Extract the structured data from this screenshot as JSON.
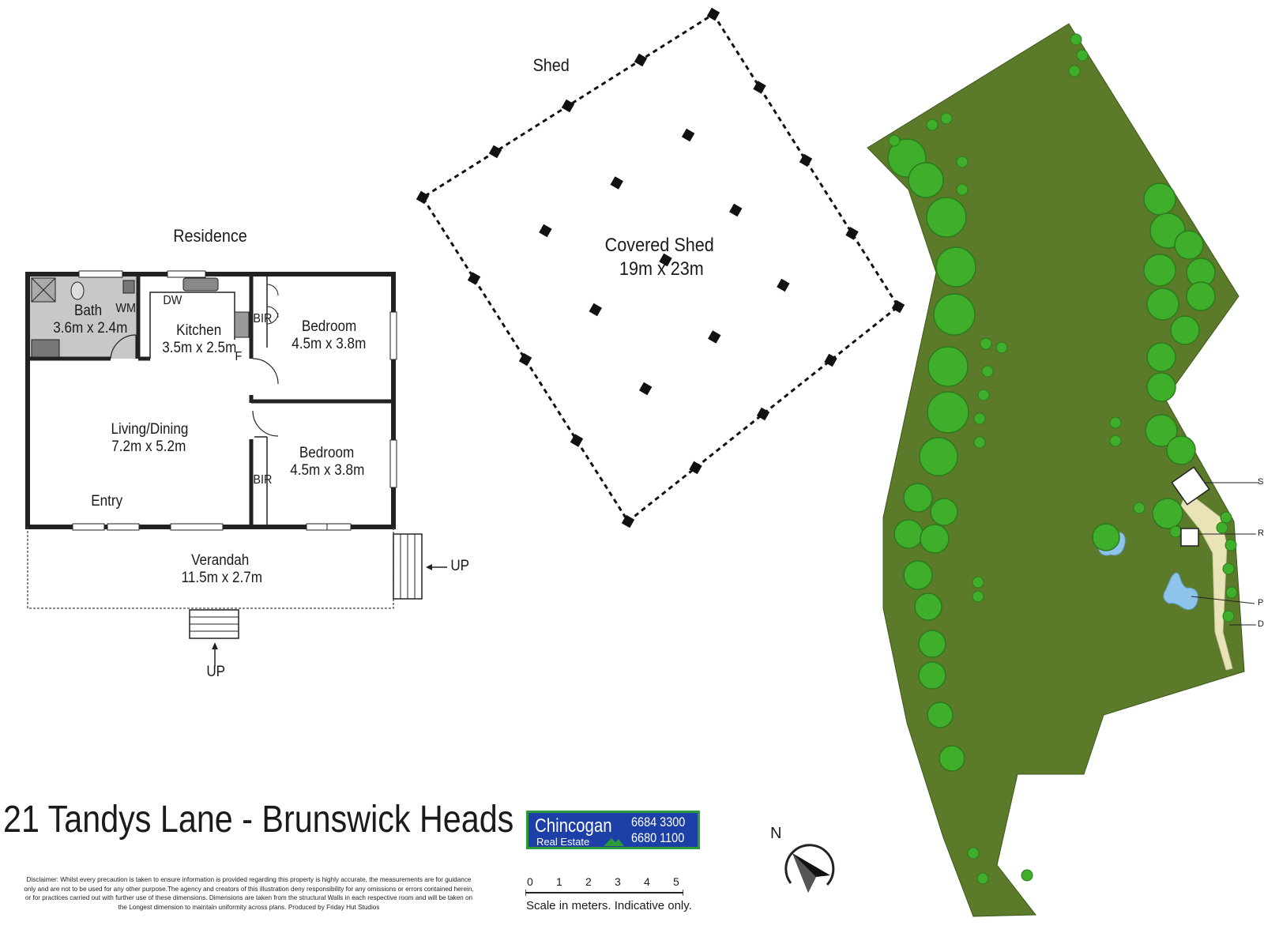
{
  "headings": {
    "residence": "Residence",
    "shed": "Shed"
  },
  "rooms": {
    "bath": {
      "name": "Bath",
      "dim": "3.6m x 2.4m"
    },
    "wm": "WM",
    "dw": "DW",
    "kitchen": {
      "name": "Kitchen",
      "dim": "3.5m x 2.5m"
    },
    "fridge": "F",
    "bir1": "BIR",
    "bir2": "BIR",
    "bedroom1": {
      "name": "Bedroom",
      "dim": "4.5m x 3.8m"
    },
    "bedroom2": {
      "name": "Bedroom",
      "dim": "4.5m x 3.8m"
    },
    "living": {
      "name": "Living/Dining",
      "dim": "7.2m x 5.2m"
    },
    "entry": "Entry",
    "verandah": {
      "name": "Verandah",
      "dim": "11.5m x 2.7m"
    },
    "up_right": "UP",
    "up_bottom": "UP"
  },
  "shed": {
    "name": "Covered Shed",
    "dim": "19m x 23m"
  },
  "site_labels": [
    "Sh",
    "Re",
    "P",
    "D"
  ],
  "address": "21 Tandys Lane - Brunswick Heads",
  "disclaimer": "Disclaimer: Whilst every precaution is taken to ensure information is provided regarding this property is highly accurate, the measurements are for guidance only and are not to be used for any other purpose.The agency and creators of this illustration deny responsibility for any omissions or errors contained herein, or for practices carried out with further use of these dimensions. Dimensions are taken from the structural Walls in each respective room and will be taken on the Longest dimension to maintain uniformity across plans. Produced by Friday Hut Studios",
  "logo": {
    "name": "Chincogan",
    "sub": "Real Estate",
    "phone1": "6684 3300",
    "phone2": "6680 1100"
  },
  "scale": {
    "ticks": [
      "0",
      "1",
      "2",
      "3",
      "4",
      "5"
    ],
    "caption": "Scale in meters. Indicative only."
  },
  "compass": "N",
  "colors": {
    "grass": "#5b7a2a",
    "tree": "#3fae2a",
    "tree_dark": "#2b7a1c",
    "wet_area": "#c8c8c8",
    "water": "#8fc4ea",
    "path": "#e9e4b8",
    "logo_blue": "#1c3fa8",
    "logo_green": "#2e9b3a"
  }
}
